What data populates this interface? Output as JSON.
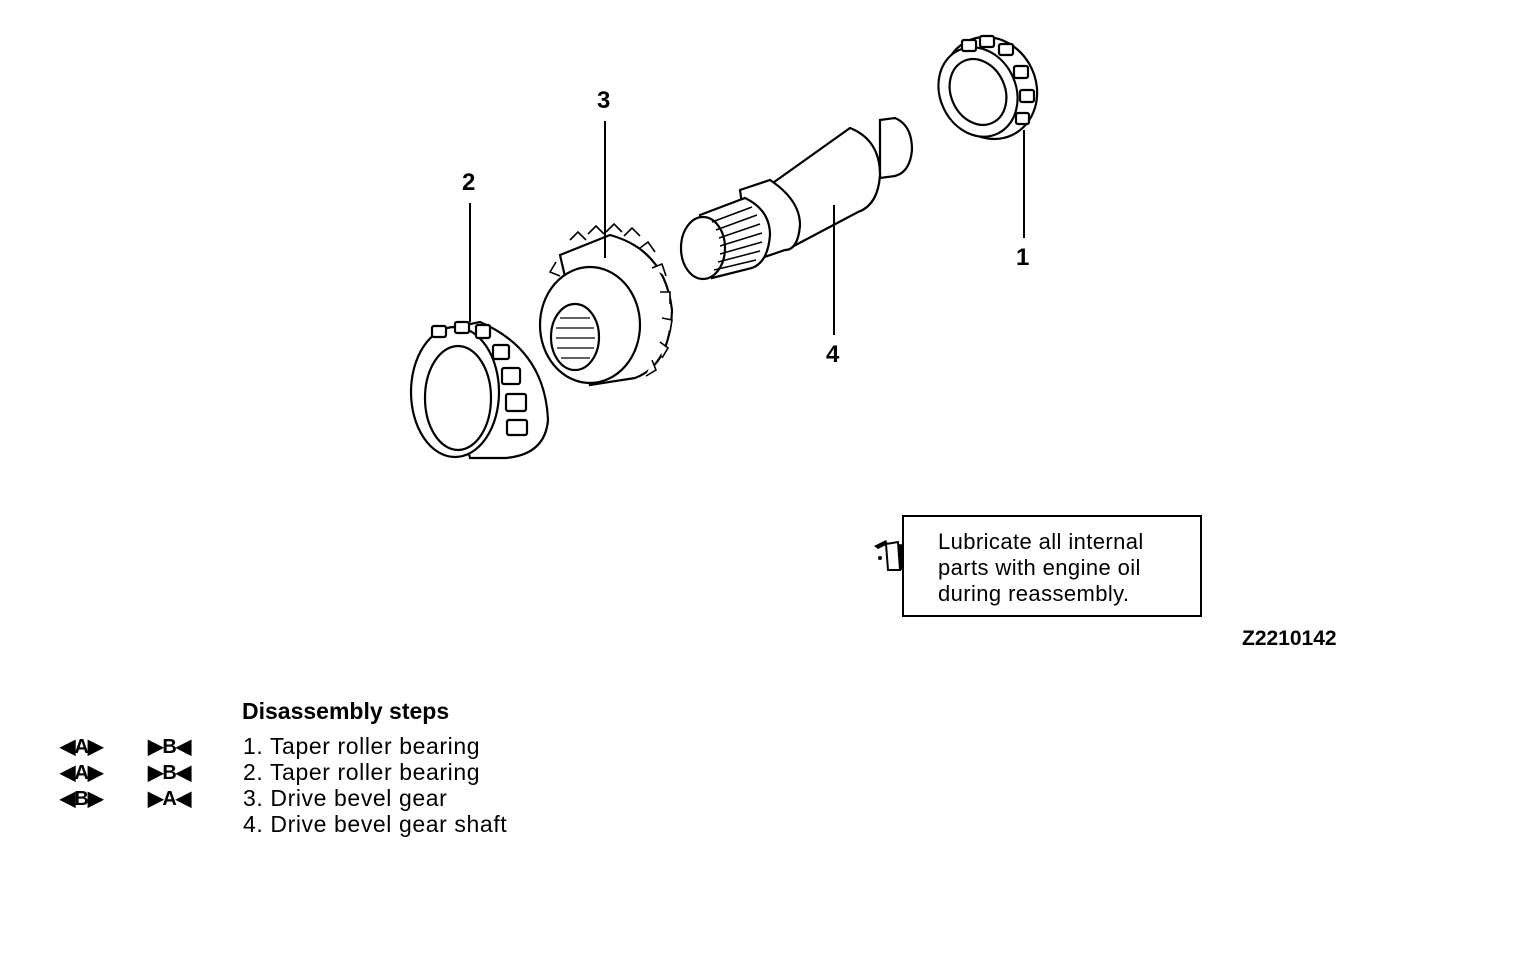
{
  "callouts": [
    "1",
    "2",
    "3",
    "4"
  ],
  "note": {
    "icon": "oil-can-icon",
    "text_lines": [
      "Lubricate all internal",
      "parts with engine oil",
      "during reassembly."
    ]
  },
  "figure_code": "Z2210142",
  "steps": {
    "title": "Disassembly steps",
    "items": [
      {
        "text": "1. Taper roller bearing",
        "marker_removal": "◀A▶",
        "marker_install": "▶B◀"
      },
      {
        "text": "2. Taper roller bearing",
        "marker_removal": "◀A▶",
        "marker_install": "▶B◀"
      },
      {
        "text": "3. Drive bevel gear",
        "marker_removal": "◀B▶",
        "marker_install": "▶A◀"
      },
      {
        "text": "4. Drive bevel gear shaft",
        "marker_removal": "",
        "marker_install": ""
      }
    ]
  }
}
